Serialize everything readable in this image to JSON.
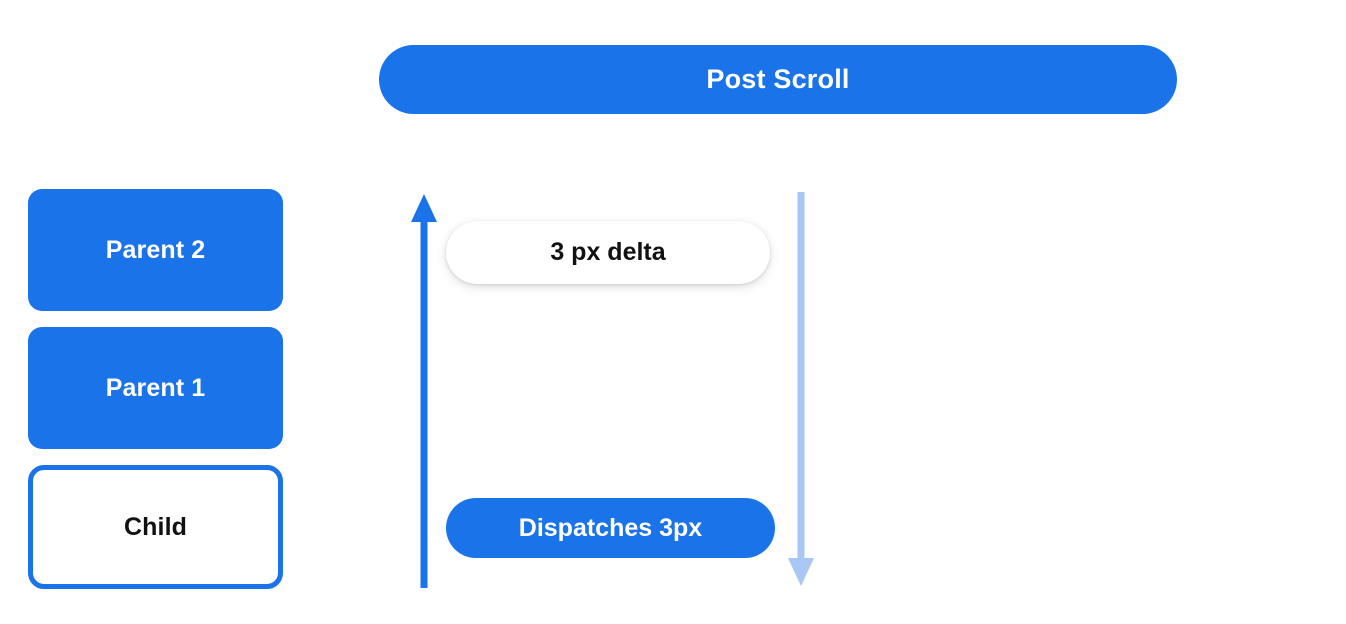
{
  "diagram": {
    "title": "Post Scroll",
    "colors": {
      "accent_blue": "#1a73e8",
      "light_blue": "#a8c7f5",
      "text_dark": "#111111",
      "text_light": "#ffffff",
      "background": "#ffffff"
    },
    "header": {
      "label": "Post Scroll"
    },
    "nodes": [
      {
        "label": "Parent 2",
        "style": "filled"
      },
      {
        "label": "Parent 1",
        "style": "filled"
      },
      {
        "label": "Child",
        "style": "outlined"
      }
    ],
    "annotations": [
      {
        "label": "3 px delta",
        "style": "white-pill"
      },
      {
        "label": "Dispatches 3px",
        "style": "blue-pill"
      }
    ],
    "arrows": [
      {
        "name": "scroll-up-arrow",
        "direction": "up",
        "color": "#1a73e8"
      },
      {
        "name": "dispatch-down-arrow",
        "direction": "down",
        "color": "#a8c7f5"
      }
    ]
  }
}
